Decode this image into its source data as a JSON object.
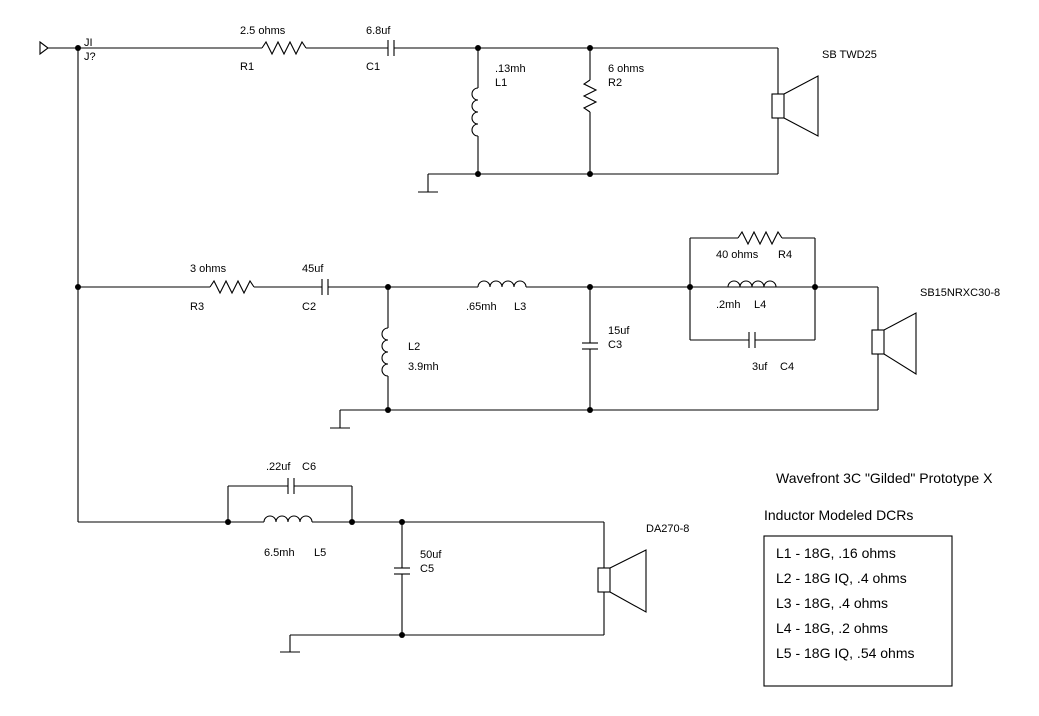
{
  "connector": {
    "ref": "JI",
    "name": "J?"
  },
  "tweeter": {
    "name": "SB TWD25",
    "r1": {
      "ref": "R1",
      "value": "2.5 ohms"
    },
    "c1": {
      "ref": "C1",
      "value": "6.8uf"
    },
    "l1": {
      "ref": "L1",
      "value": ".13mh"
    },
    "r2": {
      "ref": "R2",
      "value": "6 ohms"
    }
  },
  "midrange": {
    "name": "SB15NRXC30-8",
    "r3": {
      "ref": "R3",
      "value": "3 ohms"
    },
    "c2": {
      "ref": "C2",
      "value": "45uf"
    },
    "l2": {
      "ref": "L2",
      "value": "3.9mh"
    },
    "l3": {
      "ref": "L3",
      "value": ".65mh"
    },
    "c3": {
      "ref": "C3",
      "value": "15uf"
    },
    "r4": {
      "ref": "R4",
      "value": "40 ohms"
    },
    "l4": {
      "ref": "L4",
      "value": ".2mh"
    },
    "c4": {
      "ref": "C4",
      "value": "3uf"
    }
  },
  "woofer": {
    "name": "DA270-8",
    "c6": {
      "ref": "C6",
      "value": ".22uf"
    },
    "l5": {
      "ref": "L5",
      "value": "6.5mh"
    },
    "c5": {
      "ref": "C5",
      "value": "50uf"
    }
  },
  "title": "Wavefront 3C \"Gilded\" Prototype X",
  "dcr": {
    "heading": "Inductor Modeled DCRs",
    "items": [
      "L1 - 18G, .16 ohms",
      "L2 - 18G IQ, .4 ohms",
      "L3 - 18G, .4 ohms",
      "L4 - 18G, .2 ohms",
      "L5 - 18G IQ, .54 ohms"
    ]
  }
}
